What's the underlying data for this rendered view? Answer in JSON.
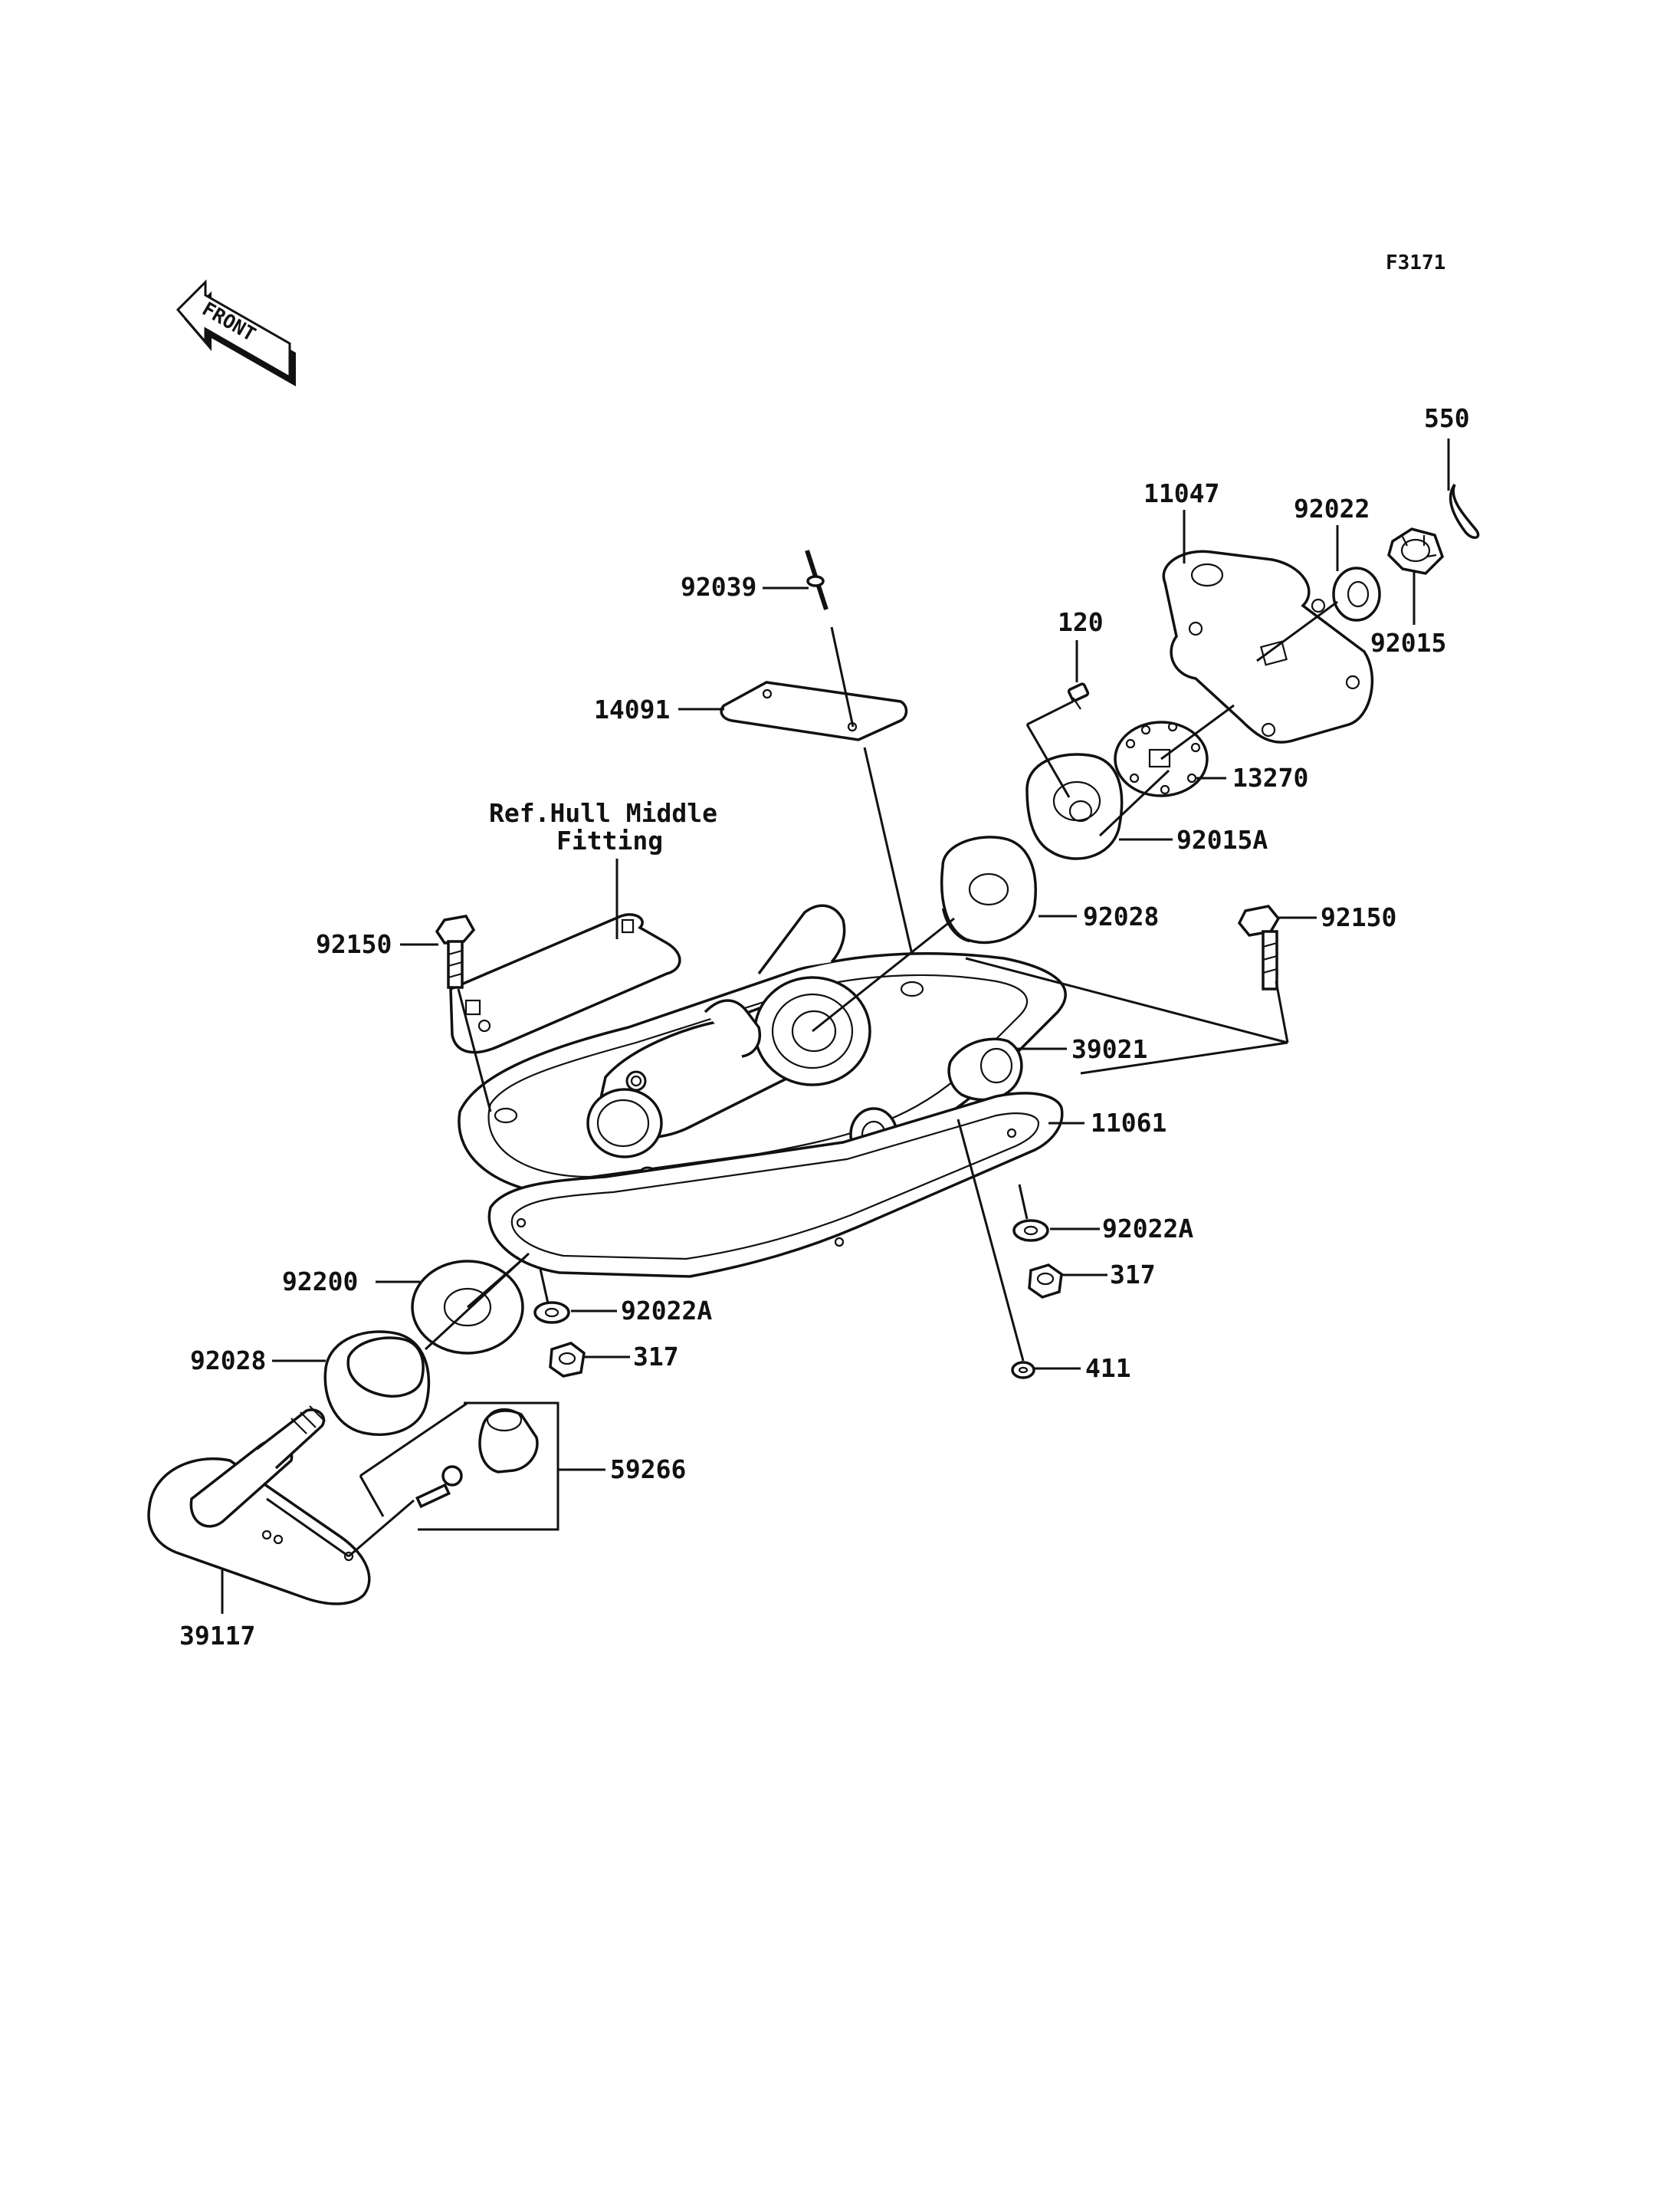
{
  "figure_code": "F3171",
  "front_label": "FRONT",
  "reference_note": {
    "line1": "Ref.Hull Middle",
    "line2": "Fitting"
  },
  "part_labels": {
    "p550": "550",
    "p11047": "11047",
    "p92022": "92022",
    "p92015": "92015",
    "p92039": "92039",
    "p120": "120",
    "p14091": "14091",
    "p13270": "13270",
    "p92015A": "92015A",
    "p92028_top": "92028",
    "p92150_left": "92150",
    "p92150_right": "92150",
    "p39021": "39021",
    "p11061": "11061",
    "p92022A_right": "92022A",
    "p317_right": "317",
    "p92200": "92200",
    "p92022A_left": "92022A",
    "p317_left": "317",
    "p411": "411",
    "p92028_bottom": "92028",
    "p59266": "59266",
    "p39117": "39117"
  }
}
